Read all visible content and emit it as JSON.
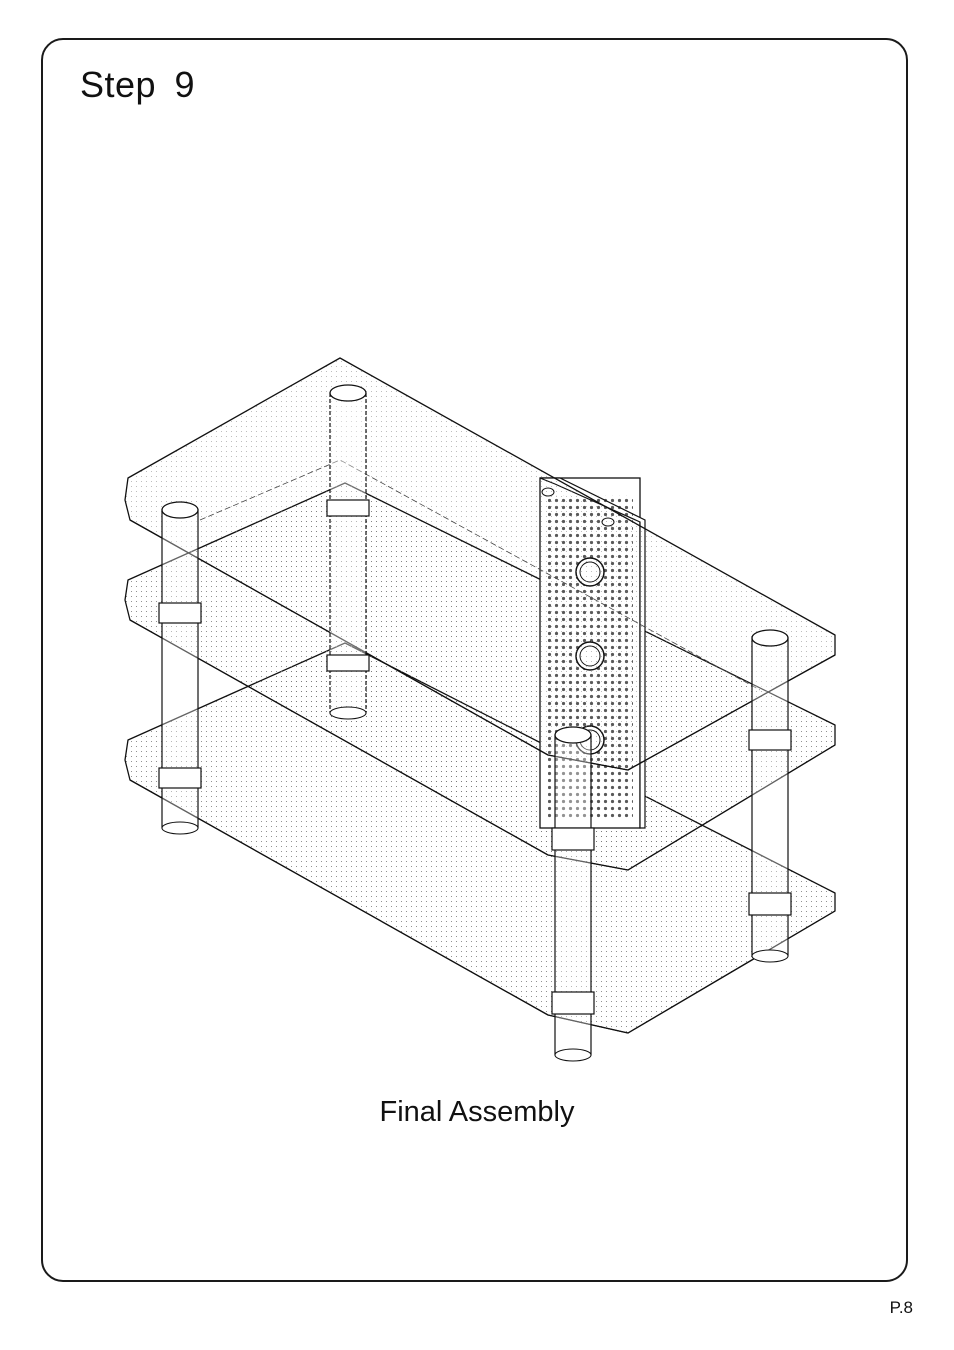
{
  "header": {
    "step_title": "Step  9"
  },
  "figure": {
    "caption": "Final Assembly"
  },
  "footer": {
    "page_number": "P.8"
  }
}
